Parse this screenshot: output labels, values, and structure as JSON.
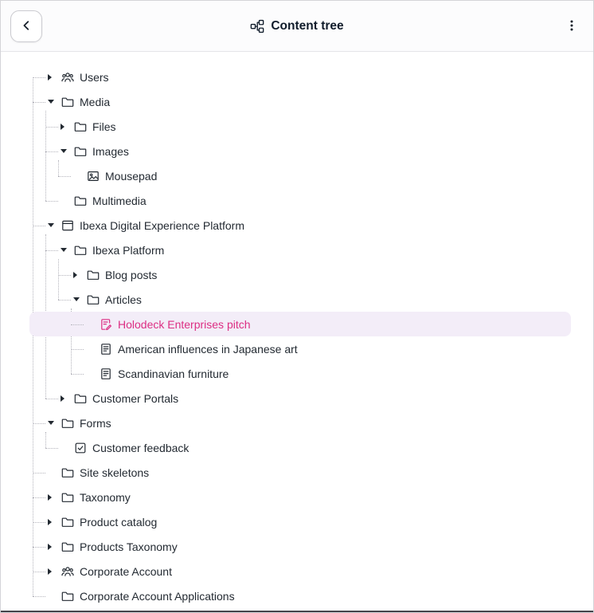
{
  "header": {
    "title": "Content tree",
    "back_icon": "chevron-left-icon",
    "title_icon": "content-tree-icon",
    "menu_icon": "kebab-menu-icon"
  },
  "colors": {
    "accent": "#dc2e83",
    "selected_bg": "#f3edf8",
    "guide": "#b4b4bc"
  },
  "tree": [
    {
      "label": "Users",
      "icon": "users",
      "state": "collapsed"
    },
    {
      "label": "Media",
      "icon": "folder",
      "state": "expanded",
      "children": [
        {
          "label": "Files",
          "icon": "folder",
          "state": "collapsed"
        },
        {
          "label": "Images",
          "icon": "folder",
          "state": "expanded",
          "children": [
            {
              "label": "Mousepad",
              "icon": "image",
              "state": "leaf"
            }
          ]
        },
        {
          "label": "Multimedia",
          "icon": "folder",
          "state": "leaf"
        }
      ]
    },
    {
      "label": "Ibexa Digital Experience Platform",
      "icon": "landing-page",
      "state": "expanded",
      "children": [
        {
          "label": "Ibexa Platform",
          "icon": "folder",
          "state": "expanded",
          "children": [
            {
              "label": "Blog posts",
              "icon": "folder",
              "state": "collapsed"
            },
            {
              "label": "Articles",
              "icon": "folder",
              "state": "expanded",
              "children": [
                {
                  "label": "Holodeck Enterprises pitch",
                  "icon": "article-edit",
                  "state": "leaf",
                  "selected": true
                },
                {
                  "label": "American influences in Japanese art",
                  "icon": "article",
                  "state": "leaf"
                },
                {
                  "label": "Scandinavian furniture",
                  "icon": "article",
                  "state": "leaf"
                }
              ]
            }
          ]
        },
        {
          "label": "Customer Portals",
          "icon": "folder",
          "state": "collapsed"
        }
      ]
    },
    {
      "label": "Forms",
      "icon": "folder",
      "state": "expanded",
      "children": [
        {
          "label": "Customer feedback",
          "icon": "form",
          "state": "leaf"
        }
      ]
    },
    {
      "label": "Site skeletons",
      "icon": "folder",
      "state": "leaf"
    },
    {
      "label": "Taxonomy",
      "icon": "folder",
      "state": "collapsed"
    },
    {
      "label": "Product catalog",
      "icon": "folder",
      "state": "collapsed"
    },
    {
      "label": "Products Taxonomy",
      "icon": "folder",
      "state": "collapsed"
    },
    {
      "label": "Corporate Account",
      "icon": "users",
      "state": "collapsed"
    },
    {
      "label": "Corporate Account Applications",
      "icon": "folder",
      "state": "leaf"
    }
  ]
}
